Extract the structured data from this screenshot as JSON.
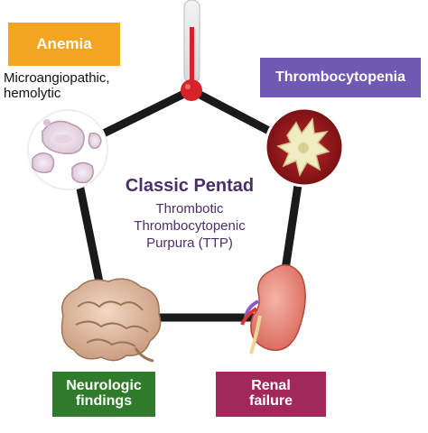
{
  "colors": {
    "anemia": "#f3a423",
    "thrombocytopenia": "#6f5ab3",
    "neurologic": "#2f7a2b",
    "renal": "#a1285b",
    "pentagon": "#1a1a1a",
    "center_text": "#4a2f6a"
  },
  "center": {
    "title": "Classic Pentad",
    "line1": "Thrombotic",
    "line2": "Thrombocytopenic",
    "line3": "Purpura (TTP)"
  },
  "nodes": {
    "anemia": {
      "label": "Anemia",
      "description_line1": "Microangiopathic,",
      "description_line2": "hemolytic",
      "icon": "red-blood-cells-icon"
    },
    "fever": {
      "icon": "thermometer-icon"
    },
    "thrombocytopenia": {
      "label": "Thrombocytopenia",
      "icon": "platelet-icon"
    },
    "renal": {
      "label_line1": "Renal",
      "label_line2": "failure",
      "icon": "kidney-icon"
    },
    "neurologic": {
      "label_line1": "Neurologic",
      "label_line2": "findings",
      "icon": "brain-icon"
    }
  }
}
